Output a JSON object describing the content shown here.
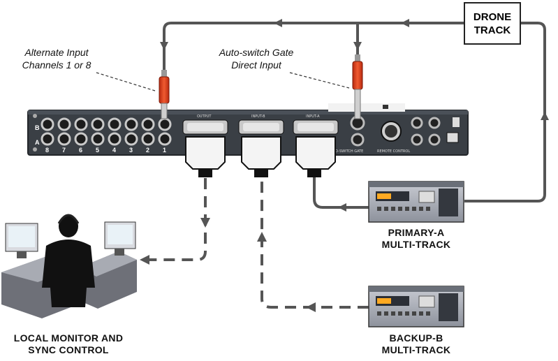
{
  "labels": {
    "alternate_input": [
      "Alternate Input",
      "Channels 1 or 8"
    ],
    "autoswitch": [
      "Auto-switch Gate",
      "Direct Input"
    ],
    "drone_track": [
      "DRONE",
      "TRACK"
    ],
    "primary": [
      "PRIMARY-A",
      "MULTI-TRACK"
    ],
    "backup": [
      "BACKUP-B",
      "MULTI-TRACK"
    ],
    "local": [
      "LOCAL MONITOR AND",
      "SYNC CONTROL"
    ]
  },
  "panel": {
    "row_b": "B",
    "row_a": "A",
    "channel_numbers": [
      "8",
      "7",
      "6",
      "5",
      "4",
      "3",
      "2",
      "1"
    ],
    "output": "OUTPUT",
    "input_b": "INPUT-B",
    "input_a": "INPUT-A",
    "autoswitch_gate": "AUTO-SWITCH GATE",
    "remote_control": "REMOTE CONTROL"
  },
  "colors": {
    "panel": "#3a3f45",
    "cable": "#555555",
    "plug_red": "#e0401e"
  }
}
